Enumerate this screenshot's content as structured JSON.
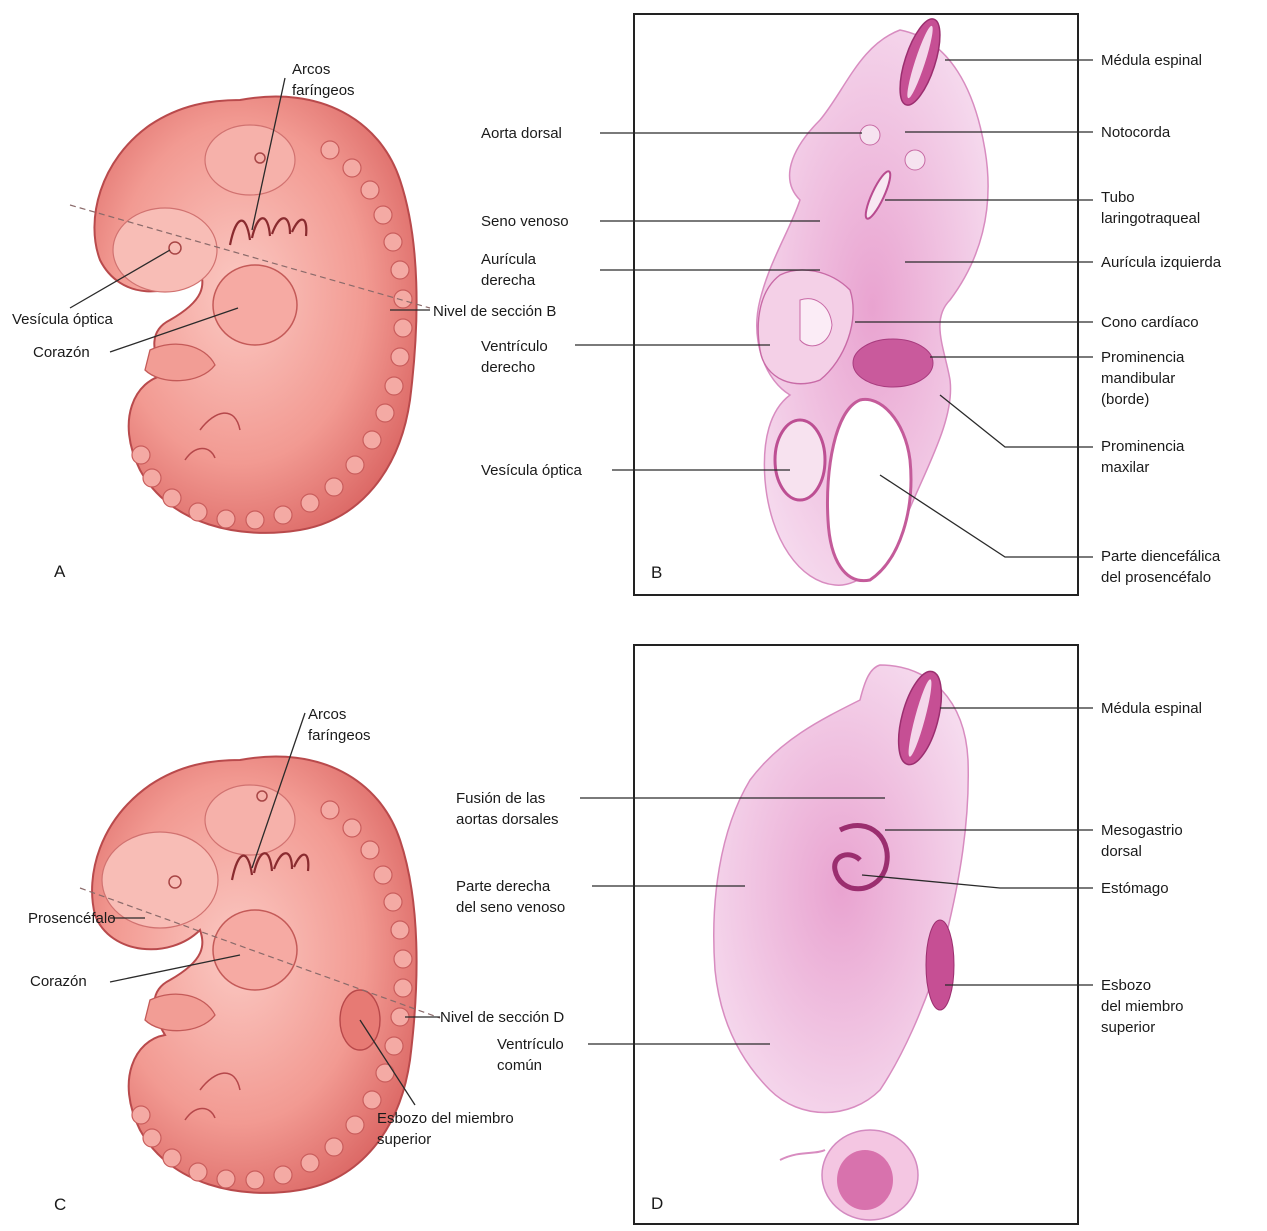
{
  "panels": {
    "a": {
      "letter": "A",
      "labels": {
        "arcos": "Arcos\nfaríngeos",
        "vesicula": "Vesícula óptica",
        "corazon": "Corazón",
        "nivel": "Nivel de sección B"
      }
    },
    "b": {
      "letter": "B",
      "left_labels": {
        "aorta": "Aorta dorsal",
        "seno": "Seno venoso",
        "auricula_der": "Aurícula\nderecha",
        "ventriculo_der": "Ventrículo\nderecho",
        "vesicula": "Vesícula óptica"
      },
      "right_labels": {
        "medula": "Médula espinal",
        "notocorda": "Notocorda",
        "tubo": "Tubo\nlaringotraqueal",
        "auricula_izq": "Aurícula izquierda",
        "cono": "Cono cardíaco",
        "mandibular": "Prominencia\nmandibular\n(borde)",
        "maxilar": "Prominencia\nmaxilar",
        "diencefalica": "Parte diencefálica\ndel prosencéfalo"
      }
    },
    "c": {
      "letter": "C",
      "labels": {
        "arcos": "Arcos\nfaríngeos",
        "prosencefalo": "Prosencéfalo",
        "corazon": "Corazón",
        "nivel": "Nivel de sección D",
        "esbozo": "Esbozo del miembro\nsuperior"
      }
    },
    "d": {
      "letter": "D",
      "left_labels": {
        "fusion": "Fusión de las\naortas dorsales",
        "parte_derecha": "Parte derecha\ndel seno venoso",
        "ventriculo": "Ventrículo\ncomún"
      },
      "right_labels": {
        "medula": "Médula espinal",
        "mesogastrio": "Mesogastrio\ndorsal",
        "estomago": "Estómago",
        "esbozo": "Esbozo\ndel miembro\nsuperior"
      }
    }
  },
  "colors": {
    "embryo_fill": "#f08e88",
    "embryo_dark": "#c9454a",
    "embryo_light": "#f7b4ae",
    "tissue": "#e8a6d2",
    "tissue_dark": "#c9569b"
  }
}
